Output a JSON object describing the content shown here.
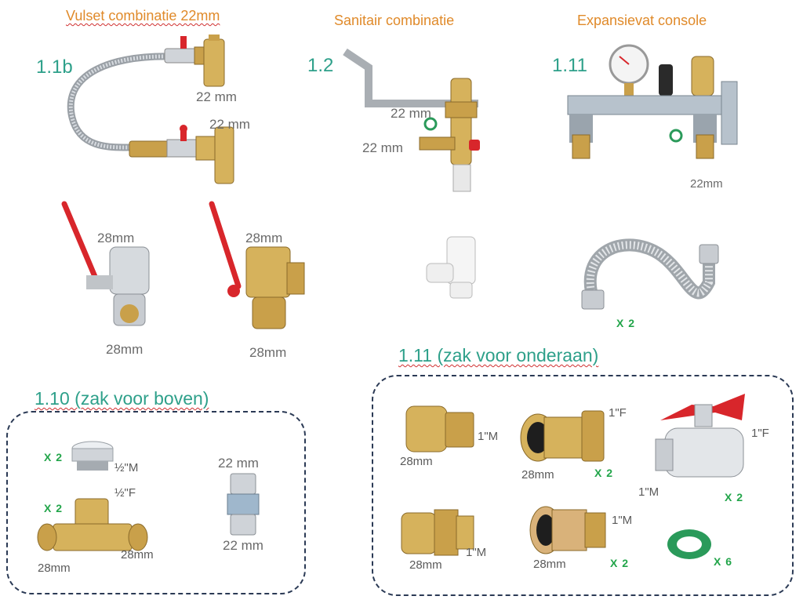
{
  "titles": {
    "vulset": "Vulset combinatie 22mm",
    "sanitair": "Sanitair combinatie",
    "expansie": "Expansievat console"
  },
  "codes": {
    "c11b": "1.1b",
    "c12": "1.2",
    "c111": "1.11"
  },
  "sections": {
    "boven": "1.10 (zak voor boven)",
    "onder": "1.11 (zak voor onderaan)"
  },
  "labels": {
    "vulset_top": "22 mm",
    "vulset_bottom": "22 mm",
    "sanitair_a": "22 mm",
    "sanitair_b": "22 mm",
    "expansie": "22mm",
    "valve1_top": "28mm",
    "valve1_bottom": "28mm",
    "valve2_top": "28mm",
    "valve2_bottom": "28mm",
    "flex_qty": "X 2"
  },
  "boven": {
    "plug_qty": "X 2",
    "plug_size": "½\"M",
    "tee_size_top": "½\"F",
    "tee_qty": "X 2",
    "tee_left": "28mm",
    "tee_right": "28mm",
    "union_top": "22 mm",
    "union_bottom": "22 mm"
  },
  "onder": {
    "a_thread": "1\"M",
    "a_size": "28mm",
    "b_thread": "1\"F",
    "b_size": "28mm",
    "b_qty": "X 2",
    "c_thread_f": "1\"F",
    "c_thread_m": "1\"M",
    "c_qty": "X 2",
    "d_size": "28mm",
    "d_thread": "1\"M",
    "e_thread": "1\"M",
    "e_size": "28mm",
    "e_qty": "X 2",
    "ring_qty": "X 6"
  },
  "colors": {
    "title": "#e08a2a",
    "code": "#2ea08a",
    "brass": "#c9a04a",
    "chrome": "#cfd3d8",
    "handle_red": "#d8262b",
    "seal_green": "#2a9a5a",
    "box_border": "#2b3a55"
  }
}
